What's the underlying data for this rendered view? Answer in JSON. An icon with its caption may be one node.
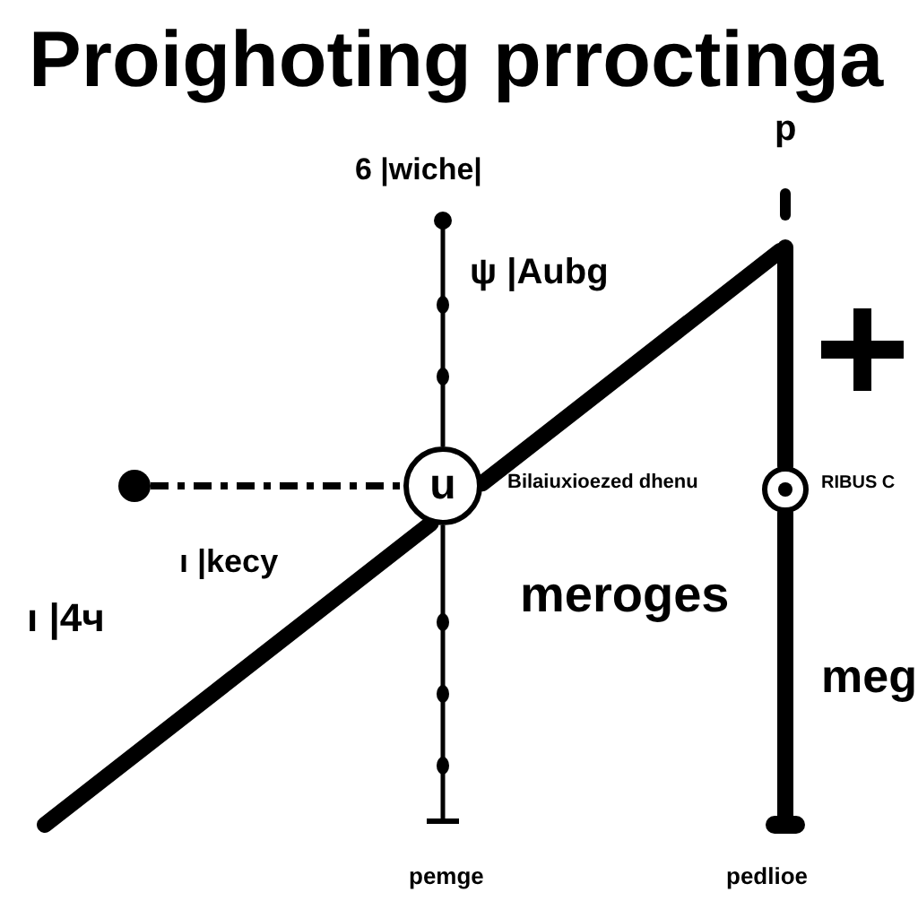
{
  "diagram": {
    "title": "Proighoting prroctinga",
    "nodes": [
      {
        "text": [],
        "shape": "circle"
      },
      {
        "text": [
          "u"
        ]
      },
      {
        "text": [],
        "shape": "circle"
      },
      {
        "text": [],
        "shape": "circle"
      }
    ],
    "edges": [
      {
        "from": 0,
        "to": 1,
        "arrow": "none",
        "style": "dashed"
      },
      {
        "from": null,
        "to": 1,
        "arrow": "none"
      },
      {
        "from": 1,
        "to": null,
        "arrow": "none"
      },
      {
        "from": null,
        "to": 1,
        "arrow": "other"
      },
      {
        "from": 1,
        "to": null,
        "arrow": "other"
      },
      {
        "from": null,
        "to": 2,
        "arrow": "none"
      },
      {
        "from": 2,
        "to": 3,
        "arrow": "none"
      }
    ],
    "labels": [
      "6 |wiche|",
      "p",
      "ψ |Aubg",
      "Bilaiuxioezed dhenu",
      "RIBUS C",
      "ı |kecy",
      "ı |4ч",
      "meroges",
      "meg",
      "pemge",
      "pedlioe"
    ]
  }
}
